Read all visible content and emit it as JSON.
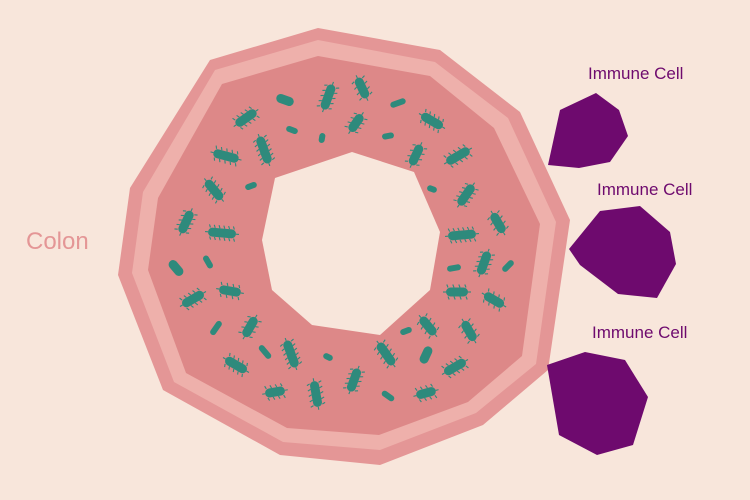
{
  "labels": {
    "colon": "Colon",
    "immune_cells": [
      "Immune Cell",
      "Immune Cell",
      "Immune Cell"
    ]
  },
  "colors": {
    "background": "#f8e6db",
    "colon_outer": "#e49696",
    "colon_band": "#eeb0ab",
    "colon_inner": "#dd8888",
    "lumen": "#f8e6db",
    "bacteria": "#2e8a7c",
    "immune_cell": "#6e0a6e",
    "colon_label": "#e49696",
    "immune_label": "#6e0a6e"
  },
  "icons": {
    "colon": "colon-icon",
    "bacteria": "bacteria-icon",
    "immune_cell": "immune-cell-icon"
  }
}
